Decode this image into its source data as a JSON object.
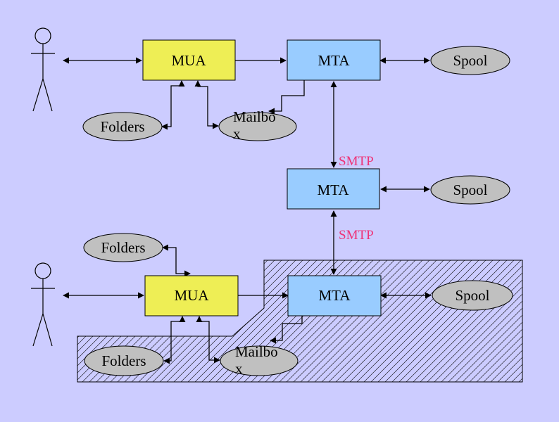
{
  "colors": {
    "background": "#ccccff",
    "mua_fill": "#eeee55",
    "mta_fill": "#99ccff",
    "ellipse_fill": "#c0c0c0",
    "smtp_text": "#ee3377",
    "stroke": "#000000"
  },
  "diagram": {
    "top": {
      "mua": "MUA",
      "mta": "MTA",
      "spool": "Spool",
      "folders": "Folders",
      "mailbox_line1": "Mailbo",
      "mailbox_line2": "x",
      "smtp": "SMTP"
    },
    "middle": {
      "mta": "MTA",
      "spool": "Spool",
      "smtp": "SMTP"
    },
    "bottom": {
      "folders_upper": "Folders",
      "mua": "MUA",
      "mta": "MTA",
      "spool": "Spool",
      "folders_lower": "Folders",
      "mailbox_line1": "Mailbo",
      "mailbox_line2": "x"
    }
  }
}
